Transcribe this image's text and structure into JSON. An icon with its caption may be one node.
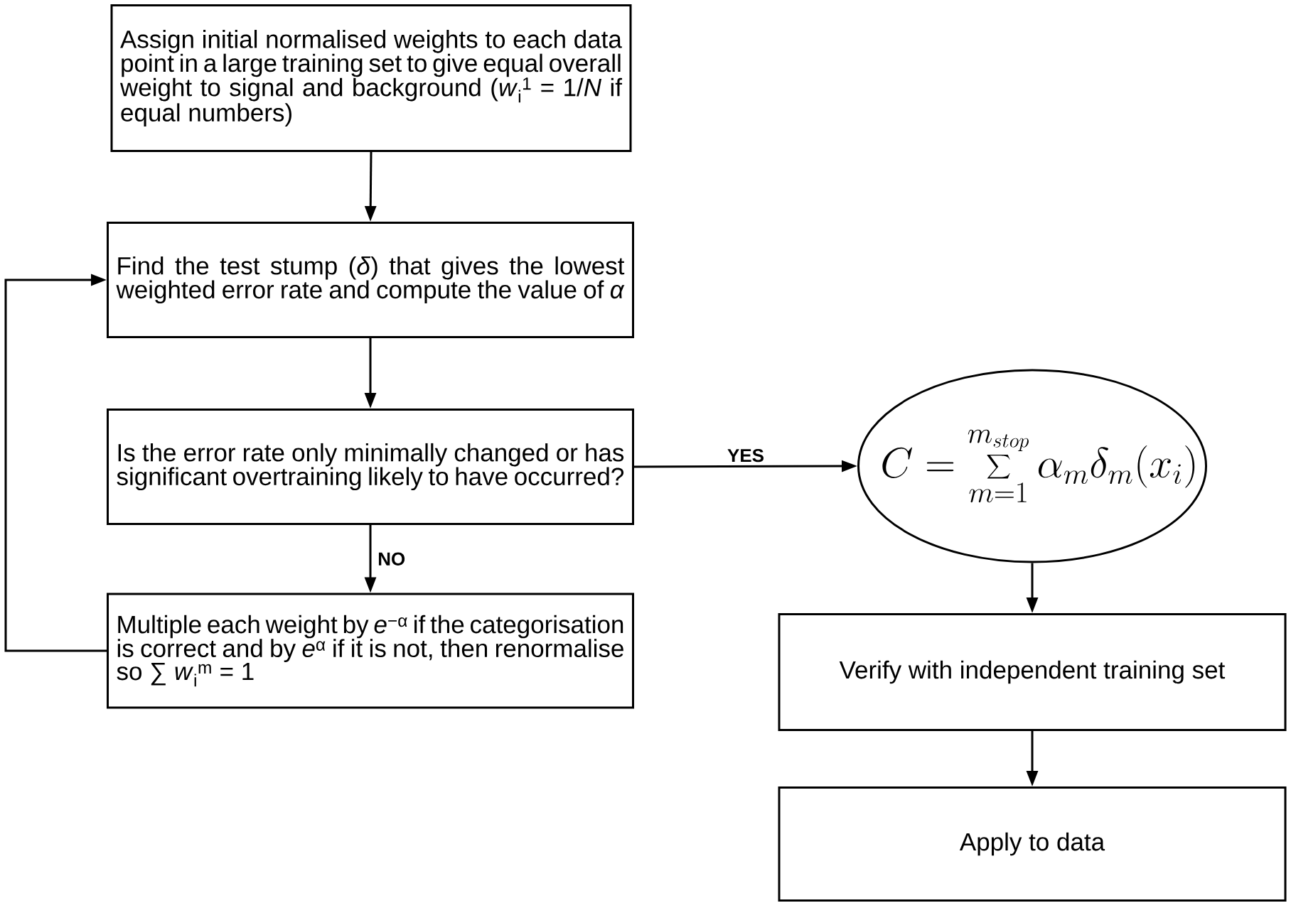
{
  "diagram": {
    "nodes": [
      {
        "text": [
          "Assign initial normalised weights to each data point in a large training set to give equal overall weight to signal and background (*w*$_{i}$$^{1}$ = 1/*N* if equal numbers)"
        ]
      },
      {
        "text": [
          "Find the test stump (*δ*) that gives the lowest weighted error rate and compute the value of *α*"
        ]
      },
      {
        "text": [
          "Is the error rate only minimally changed or has significant overtraining likely to have occurred?"
        ]
      },
      {
        "text": [
          "Multiple each weight by *e*$^{−α}$ if the categorisation is correct and by *e*$^{α}$ if it is not, then renormalise so ∑ *w*$_{i}$$^{m}$ = 1"
        ]
      },
      {
        "text": [
          "C = \\sum_{m=1}^{m_{stop}} \\alpha_m\\delta_m(x_i)"
        ]
      },
      {
        "text": [
          "Verify with independent training set"
        ]
      },
      {
        "text": [
          "Apply to data"
        ]
      }
    ],
    "edges": [
      {
        "from": 0,
        "to": 1,
        "arrow": "to"
      },
      {
        "from": 1,
        "to": 2,
        "arrow": "to"
      },
      {
        "from": 2,
        "to": 3,
        "arrow": "to",
        "label": "NO"
      },
      {
        "from": 3,
        "to": 1,
        "arrow": "to"
      },
      {
        "from": 2,
        "to": 4,
        "arrow": "to",
        "label": "YES"
      },
      {
        "from": 4,
        "to": 5,
        "arrow": "to"
      },
      {
        "from": 5,
        "to": 6,
        "arrow": "to"
      }
    ]
  }
}
